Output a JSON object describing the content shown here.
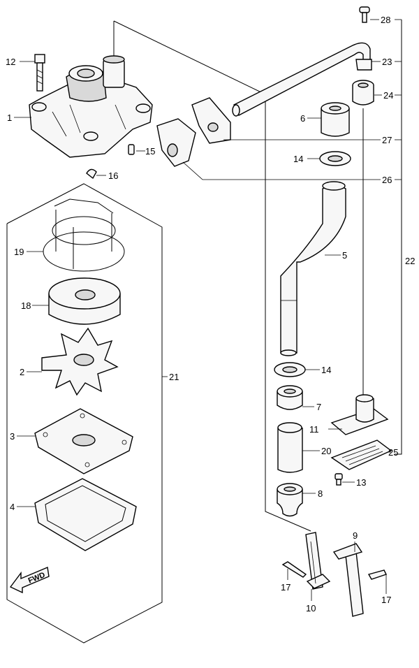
{
  "callouts": {
    "c12": "12",
    "c1": "1",
    "c15": "15",
    "c16": "16",
    "c19": "19",
    "c18": "18",
    "c2": "2",
    "c3": "3",
    "c4": "4",
    "c21": "21",
    "c28": "28",
    "c23": "23",
    "c24": "24",
    "c6": "6",
    "c27": "27",
    "c14a": "14",
    "c26": "26",
    "c5": "5",
    "c22": "22",
    "c14b": "14",
    "c7": "7",
    "c11": "11",
    "c20": "20",
    "c25": "25",
    "c13": "13",
    "c8": "8",
    "c9": "9",
    "c17a": "17",
    "c10": "10",
    "c17b": "17"
  },
  "fwd_label": "FWD"
}
